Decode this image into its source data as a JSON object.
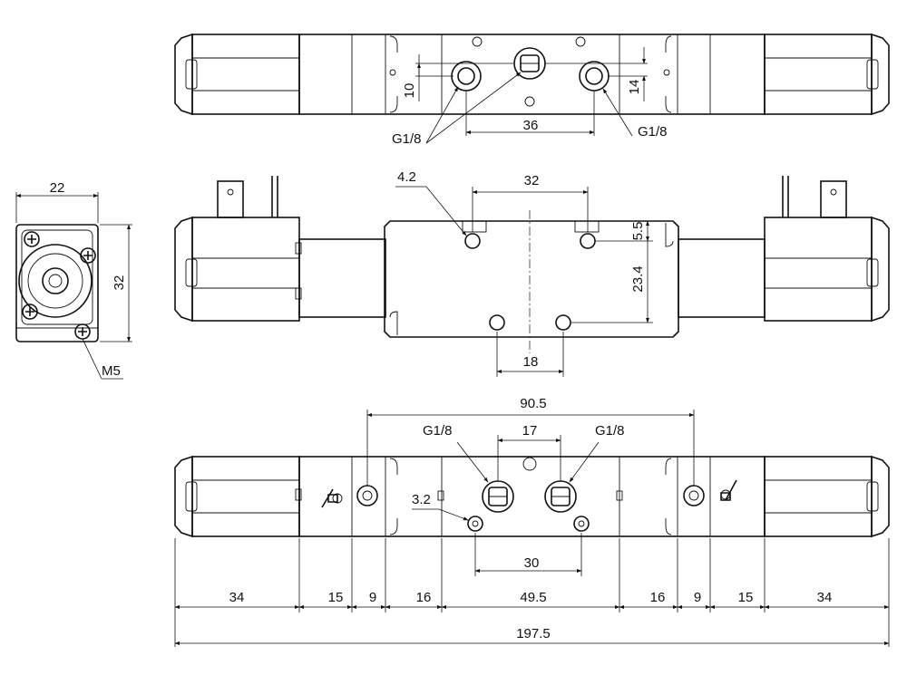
{
  "views": {
    "top": {
      "port_label_left": "G1/8",
      "port_label_right": "G1/8",
      "dim_port_spacing": "36",
      "dim_height_left": "10",
      "dim_height_right": "14"
    },
    "middle": {
      "dim_hole_dia": "4.2",
      "dim_top_spacing": "32",
      "dim_bottom_spacing": "18",
      "dim_vertical_small": "5.5",
      "dim_vertical_large": "23.4"
    },
    "end": {
      "dim_width": "22",
      "dim_height": "32",
      "thread_label": "M5"
    },
    "bottom": {
      "dim_overall_mount": "90.5",
      "dim_port_spacing": "17",
      "port_label_left": "G1/8",
      "port_label_right": "G1/8",
      "dim_hole_dia": "3.2",
      "dim_hole_spacing": "30",
      "seg_1": "34",
      "seg_2": "15",
      "seg_3": "9",
      "seg_4": "16",
      "seg_5": "49.5",
      "seg_6": "16",
      "seg_7": "9",
      "seg_8": "15",
      "seg_9": "34",
      "dim_total_length": "197.5"
    }
  }
}
